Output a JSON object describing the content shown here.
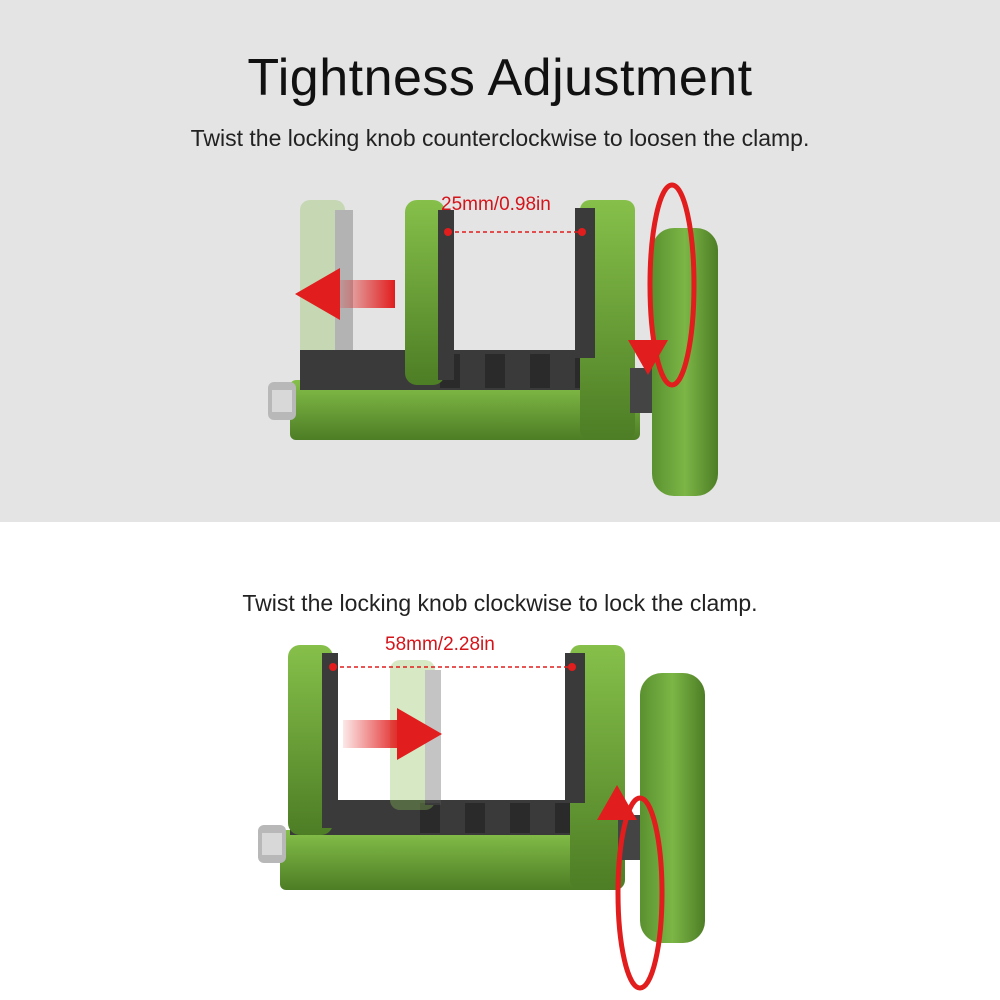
{
  "header": {
    "title": "Tightness Adjustment"
  },
  "top_panel": {
    "instruction": "Twist the locking knob counterclockwise to loosen the clamp.",
    "measurement": "25mm/0.98in"
  },
  "bottom_panel": {
    "instruction": "Twist the locking knob clockwise to lock the clamp.",
    "measurement": "58mm/2.28in"
  },
  "colors": {
    "clamp_green": "#6fa83a",
    "clamp_dark_green": "#4d7d25",
    "grip_gray": "#3a3a3a",
    "arrow_red": "#e11d1d",
    "top_background": "#e4e4e4",
    "bottom_background": "#ffffff"
  },
  "icons": {
    "top_direction": "arrow-left-icon",
    "bottom_direction": "arrow-right-icon",
    "top_rotation": "rotate-counterclockwise-icon",
    "bottom_rotation": "rotate-clockwise-icon"
  }
}
